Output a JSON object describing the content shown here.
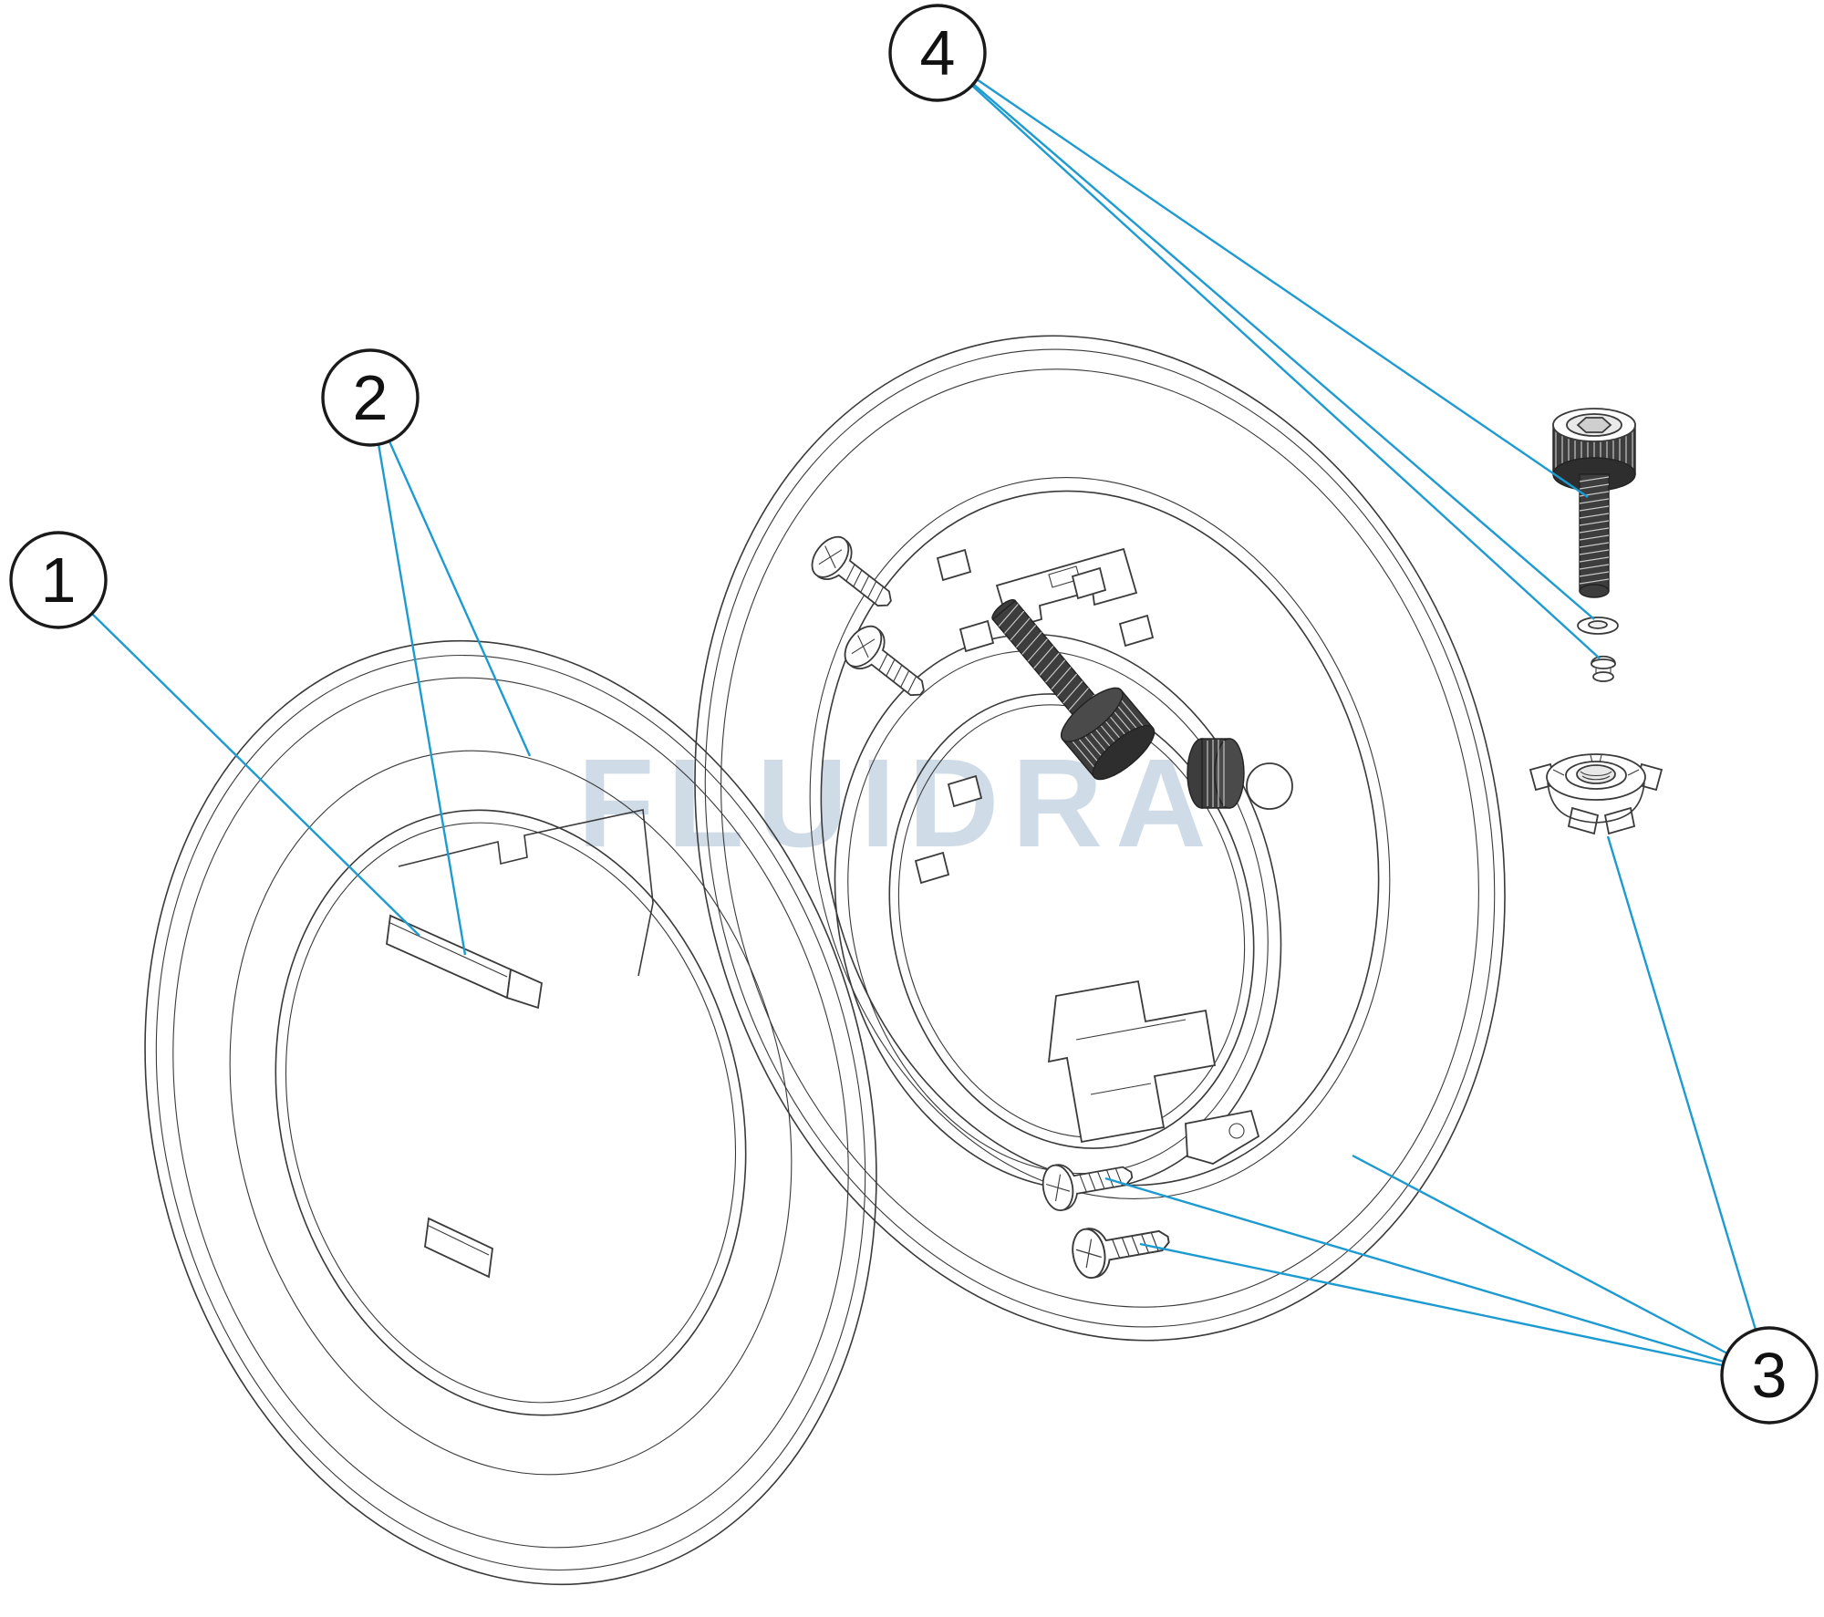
{
  "watermark": {
    "text": "FLUIDRA",
    "color": "#b3c7da"
  },
  "diagram": {
    "type": "exploded-parts-diagram",
    "balloons": [
      {
        "label": "1"
      },
      {
        "label": "2"
      },
      {
        "label": "3"
      },
      {
        "label": "4"
      }
    ],
    "colors": {
      "leader": "#1d9bd1",
      "line": "#3a3a3a"
    }
  }
}
